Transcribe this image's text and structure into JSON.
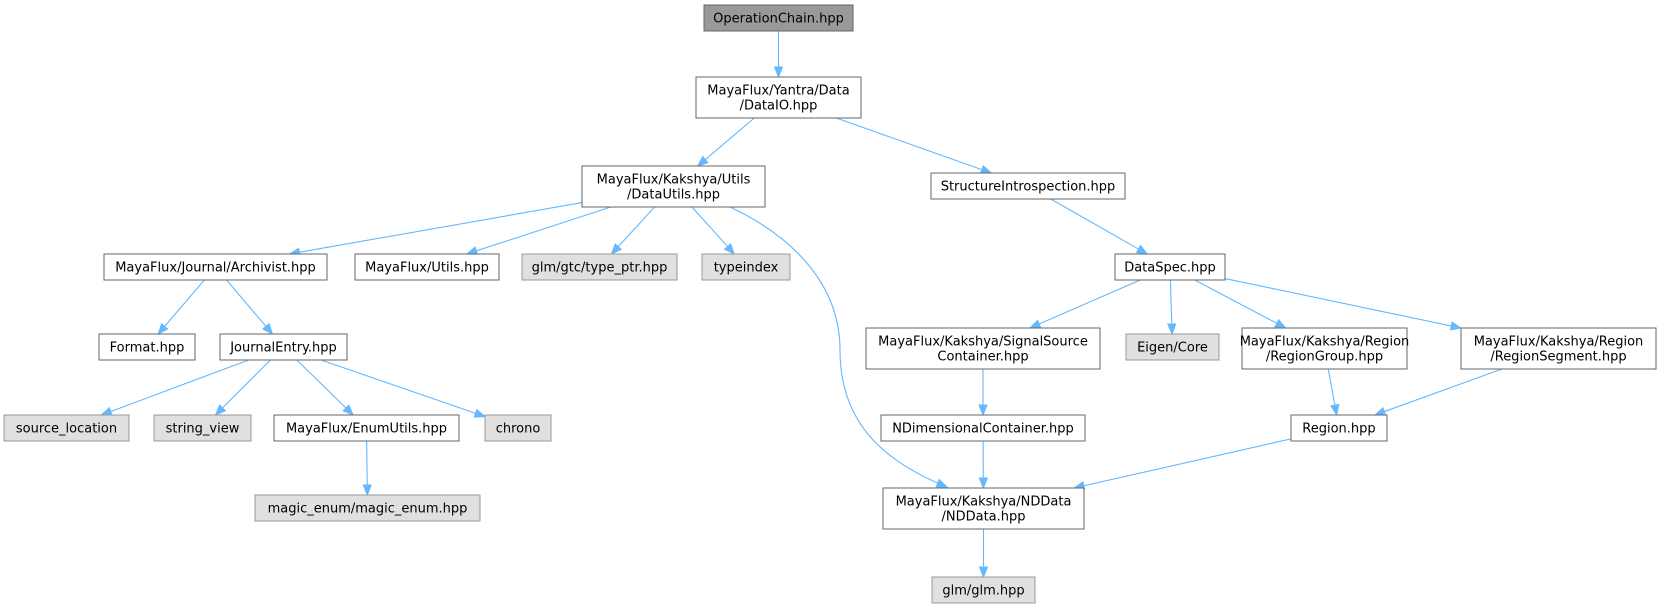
{
  "nodes": {
    "operationchain": {
      "label": [
        "OperationChain.hpp"
      ],
      "style": "root"
    },
    "dataio": {
      "label": [
        "MayaFlux/Yantra/Data",
        "/DataIO.hpp"
      ],
      "style": "white"
    },
    "datautils": {
      "label": [
        "MayaFlux/Kakshya/Utils",
        "/DataUtils.hpp"
      ],
      "style": "white"
    },
    "structintro": {
      "label": [
        "StructureIntrospection.hpp"
      ],
      "style": "white"
    },
    "archivist": {
      "label": [
        "MayaFlux/Journal/Archivist.hpp"
      ],
      "style": "white"
    },
    "utils": {
      "label": [
        "MayaFlux/Utils.hpp"
      ],
      "style": "white"
    },
    "typeptr": {
      "label": [
        "glm/gtc/type_ptr.hpp"
      ],
      "style": "gray"
    },
    "typeindex": {
      "label": [
        "typeindex"
      ],
      "style": "gray"
    },
    "dataspec": {
      "label": [
        "DataSpec.hpp"
      ],
      "style": "white"
    },
    "format": {
      "label": [
        "Format.hpp"
      ],
      "style": "white"
    },
    "journalentry": {
      "label": [
        "JournalEntry.hpp"
      ],
      "style": "white"
    },
    "signalsource": {
      "label": [
        "MayaFlux/Kakshya/SignalSource",
        "Container.hpp"
      ],
      "style": "white"
    },
    "eigen": {
      "label": [
        "Eigen/Core"
      ],
      "style": "gray"
    },
    "regiongroup": {
      "label": [
        "MayaFlux/Kakshya/Region",
        "/RegionGroup.hpp"
      ],
      "style": "white"
    },
    "regionsegment": {
      "label": [
        "MayaFlux/Kakshya/Region",
        "/RegionSegment.hpp"
      ],
      "style": "white"
    },
    "sourceloc": {
      "label": [
        "source_location"
      ],
      "style": "gray"
    },
    "stringview": {
      "label": [
        "string_view"
      ],
      "style": "gray"
    },
    "enumutils": {
      "label": [
        "MayaFlux/EnumUtils.hpp"
      ],
      "style": "white"
    },
    "chrono": {
      "label": [
        "chrono"
      ],
      "style": "gray"
    },
    "ndimcontainer": {
      "label": [
        "NDimensionalContainer.hpp"
      ],
      "style": "white"
    },
    "region": {
      "label": [
        "Region.hpp"
      ],
      "style": "white"
    },
    "magicenum": {
      "label": [
        "magic_enum/magic_enum.hpp"
      ],
      "style": "gray"
    },
    "nddata": {
      "label": [
        "MayaFlux/Kakshya/NDData",
        "/NDData.hpp"
      ],
      "style": "white"
    },
    "glm": {
      "label": [
        "glm/glm.hpp"
      ],
      "style": "gray"
    }
  },
  "edges": [
    [
      "operationchain",
      "dataio"
    ],
    [
      "dataio",
      "datautils"
    ],
    [
      "dataio",
      "structintro"
    ],
    [
      "datautils",
      "archivist"
    ],
    [
      "datautils",
      "utils"
    ],
    [
      "datautils",
      "typeptr"
    ],
    [
      "datautils",
      "typeindex"
    ],
    [
      "datautils",
      "nddata"
    ],
    [
      "structintro",
      "dataspec"
    ],
    [
      "archivist",
      "format"
    ],
    [
      "archivist",
      "journalentry"
    ],
    [
      "dataspec",
      "signalsource"
    ],
    [
      "dataspec",
      "eigen"
    ],
    [
      "dataspec",
      "regiongroup"
    ],
    [
      "dataspec",
      "regionsegment"
    ],
    [
      "journalentry",
      "sourceloc"
    ],
    [
      "journalentry",
      "stringview"
    ],
    [
      "journalentry",
      "enumutils"
    ],
    [
      "journalentry",
      "chrono"
    ],
    [
      "signalsource",
      "ndimcontainer"
    ],
    [
      "regiongroup",
      "region"
    ],
    [
      "regionsegment",
      "region"
    ],
    [
      "enumutils",
      "magicenum"
    ],
    [
      "ndimcontainer",
      "nddata"
    ],
    [
      "region",
      "nddata"
    ],
    [
      "nddata",
      "glm"
    ]
  ],
  "colors": {
    "edge": "#63b8ff",
    "root_fill": "#999999",
    "gray_fill": "#e0e0e0"
  }
}
